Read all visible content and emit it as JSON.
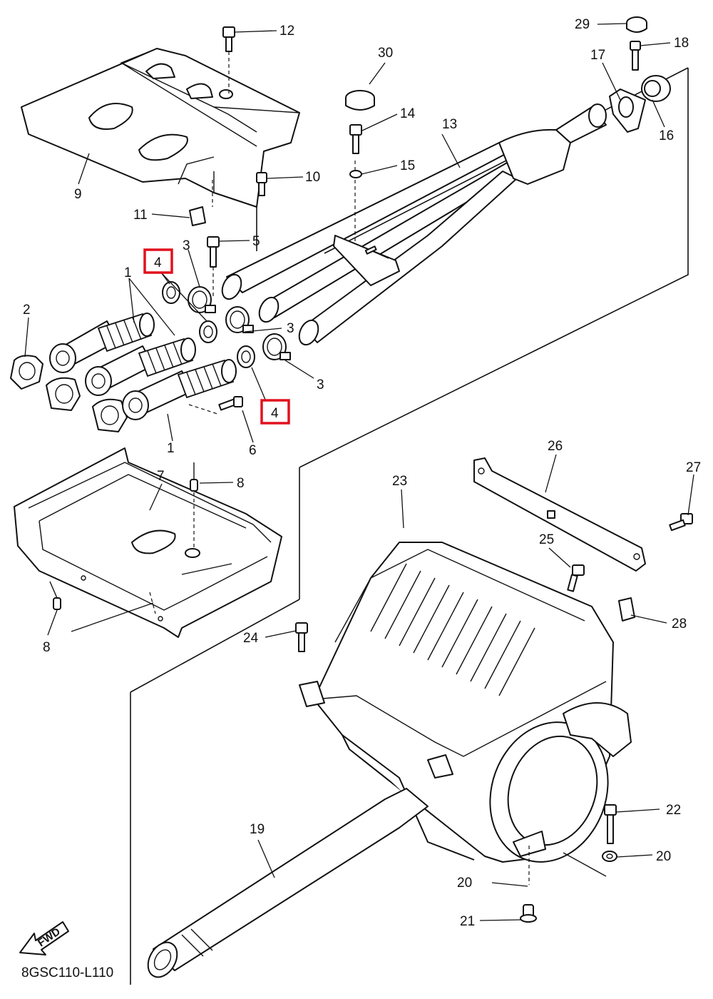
{
  "diagram": {
    "code": "8GSC110-L110",
    "fwd_label": "FWD",
    "highlight_color": "#e1121e",
    "callouts": {
      "c1a": "1",
      "c1b": "1",
      "c2": "2",
      "c3a": "3",
      "c3b": "3",
      "c3c": "3",
      "c4a": "4",
      "c4b": "4",
      "c5": "5",
      "c6": "6",
      "c7": "7",
      "c8a": "8",
      "c8b": "8",
      "c9": "9",
      "c10": "10",
      "c11": "11",
      "c12": "12",
      "c13": "13",
      "c14": "14",
      "c15": "15",
      "c16": "16",
      "c17": "17",
      "c18": "18",
      "c19": "19",
      "c20a": "20",
      "c20b": "20",
      "c21": "21",
      "c22": "22",
      "c23": "23",
      "c24": "24",
      "c25": "25",
      "c26": "26",
      "c27": "27",
      "c28": "28",
      "c29": "29",
      "c30": "30"
    }
  }
}
